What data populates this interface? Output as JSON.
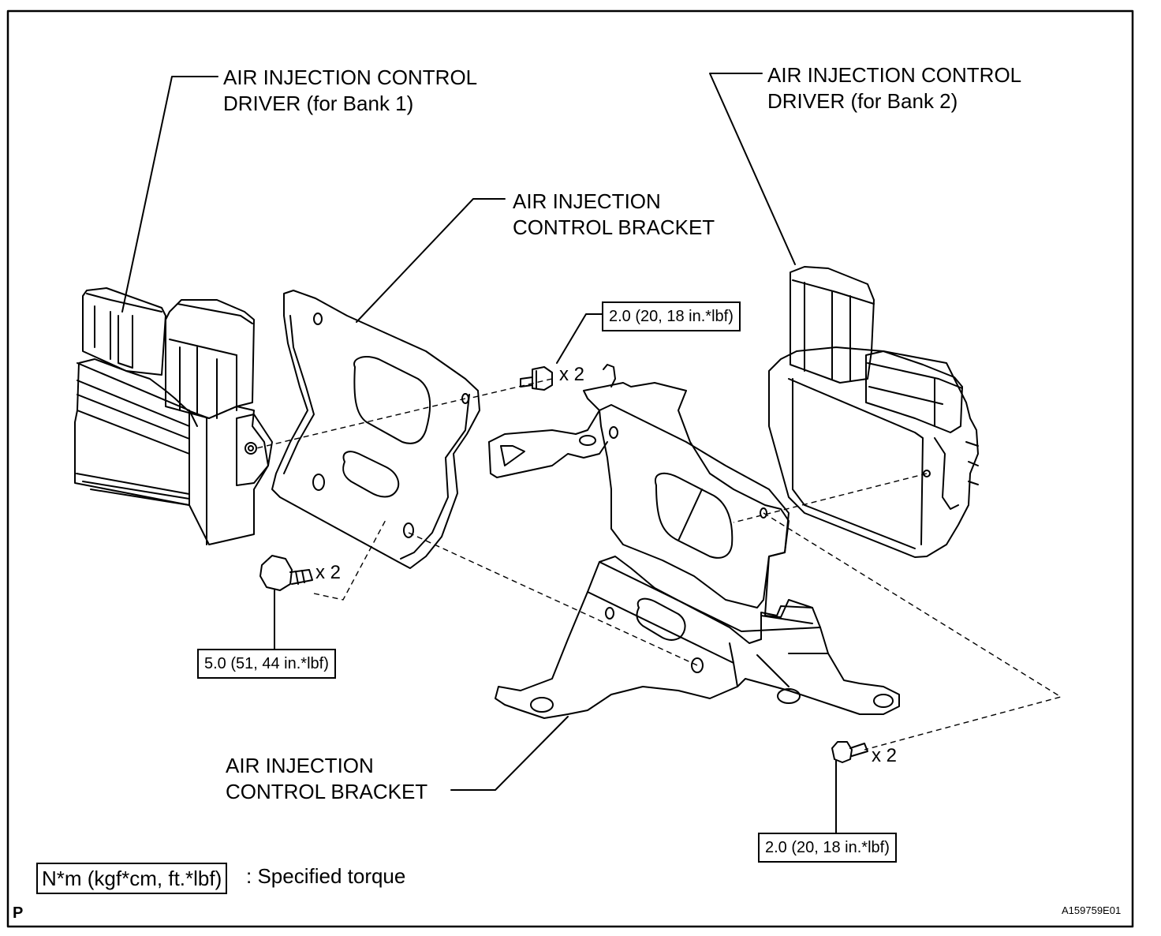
{
  "labels": {
    "driver_bank1_l1": "AIR INJECTION CONTROL",
    "driver_bank1_l2": "DRIVER (for Bank 1)",
    "driver_bank2_l1": "AIR INJECTION CONTROL",
    "driver_bank2_l2": "DRIVER (for Bank 2)",
    "bracket_upper_l1": "AIR INJECTION",
    "bracket_upper_l2": "CONTROL BRACKET",
    "bracket_lower_l1": "AIR INJECTION",
    "bracket_lower_l2": "CONTROL BRACKET"
  },
  "torques": {
    "upper_bolt": "2.0 (20, 18 in.*lbf)",
    "left_bolt": "5.0 (51, 44 in.*lbf)",
    "right_bolt": "2.0 (20, 18 in.*lbf)"
  },
  "quantities": {
    "upper_bolt": "x 2",
    "left_bolt": "x 2",
    "right_bolt": "x 2"
  },
  "legend": {
    "unit_box": "N*m (kgf*cm, ft.*lbf)",
    "description": ": Specified torque"
  },
  "corner_mark": "P",
  "figure_code": "A159759E01"
}
